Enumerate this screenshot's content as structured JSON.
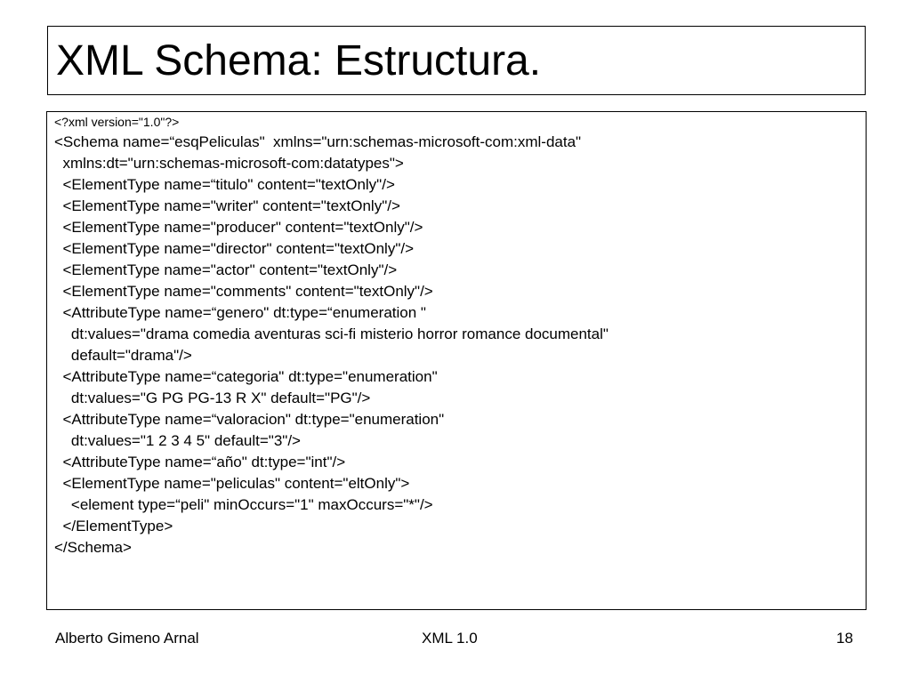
{
  "slide": {
    "title": "XML Schema: Estructura.",
    "code_lines": [
      "<?xml version=\"1.0\"?>",
      "<Schema name=“esqPeliculas\"  xmlns=\"urn:schemas-microsoft-com:xml-data\"",
      "  xmlns:dt=\"urn:schemas-microsoft-com:datatypes\">",
      "  <ElementType name=“titulo\" content=\"textOnly\"/>",
      "  <ElementType name=\"writer\" content=\"textOnly\"/>",
      "  <ElementType name=\"producer\" content=\"textOnly\"/>",
      "  <ElementType name=\"director\" content=\"textOnly\"/>",
      "  <ElementType name=\"actor\" content=\"textOnly\"/>",
      "  <ElementType name=\"comments\" content=\"textOnly\"/>",
      "  <AttributeType name=“genero\" dt:type=“enumeration \"",
      "    dt:values=\"drama comedia aventuras sci-fi misterio horror romance documental\"",
      "    default=\"drama\"/>",
      "  <AttributeType name=“categoria\" dt:type=\"enumeration\"",
      "    dt:values=\"G PG PG-13 R X\" default=\"PG\"/>",
      "  <AttributeType name=“valoracion\" dt:type=\"enumeration\"",
      "    dt:values=\"1 2 3 4 5\" default=\"3\"/>",
      "  <AttributeType name=“año\" dt:type=\"int\"/>",
      "  <ElementType name=\"peliculas\" content=\"eltOnly\">",
      "    <element type=“peli\" minOccurs=\"1\" maxOccurs=\"*\"/>",
      "  </ElementType>",
      "</Schema>"
    ]
  },
  "footer": {
    "author": "Alberto Gimeno Arnal",
    "course": "XML 1.0",
    "page_number": "18"
  }
}
